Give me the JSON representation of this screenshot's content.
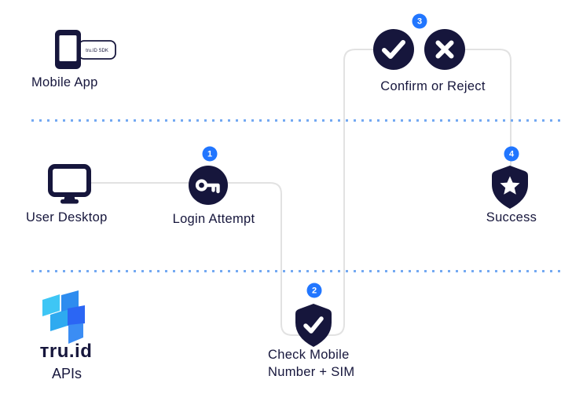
{
  "colors": {
    "navy": "#16163c",
    "badge_blue": "#2176ff",
    "dotted_line_blue": "#74a9f2",
    "connector_gray": "#e2e2e2",
    "logo_cyan": "#3ec6f5",
    "logo_mid_blue": "#2e9bf0",
    "logo_royal_blue": "#2b66f4"
  },
  "actors": {
    "mobile_app": {
      "label": "Mobile App",
      "sdk_tag": "tru.ID SDK"
    },
    "user_desktop": {
      "label": "User Desktop"
    },
    "apis": {
      "label": "APIs",
      "logo_wordmark": "тru.id"
    }
  },
  "steps": [
    {
      "number": "1",
      "label": "Login Attempt",
      "icon": "key"
    },
    {
      "number": "2",
      "label_line1": "Check Mobile",
      "label_line2": "Number + SIM",
      "icon": "shield-check"
    },
    {
      "number": "3",
      "label": "Confirm or Reject",
      "icon": "check-and-x"
    },
    {
      "number": "4",
      "label": "Success",
      "icon": "shield-star"
    }
  ]
}
